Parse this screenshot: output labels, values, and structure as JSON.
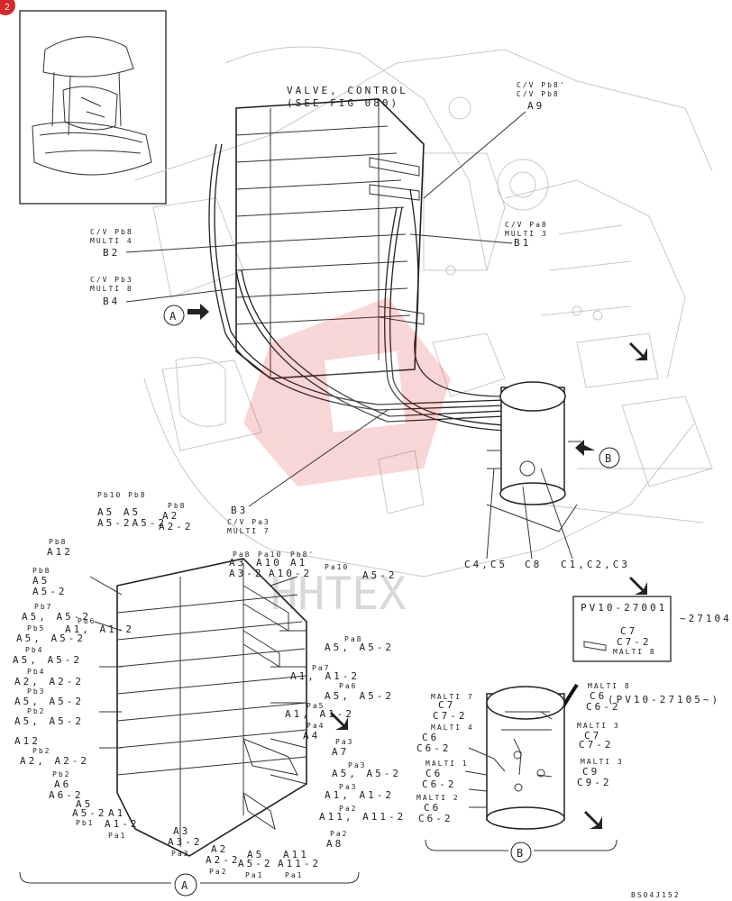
{
  "corner_badge": "2",
  "callouts": {
    "valve_control": "VALVE, CONTROL",
    "see_fig": "(SEE FIG 080)",
    "cv_pb8_a": "C/V Pb8'",
    "cv_pb8_b": "C/V Pb8",
    "a9": "A9",
    "cv_pb8_multi4": "C/V Pb8",
    "multi4": "MULTI 4",
    "b2": "B2",
    "cv_pb3": "C/V Pb3",
    "multi8": "MULTI 8",
    "b4": "B4",
    "cv_pa8": "C/V Pa8",
    "multi3": "MULTI 3",
    "b1": "B1",
    "b3": "B3",
    "cv_pa3": "C/V Pa3",
    "multi7": "MULTI 7",
    "c4c5": "C4,C5",
    "c8": "C8",
    "c1c2c3": "C1,C2,C3",
    "arrow_a": "A",
    "arrow_b": "B"
  },
  "detail_a": {
    "circle": "A",
    "left_labels": [
      "Pb10 Pb8",
      "A5 A5",
      "A5-2A5-2",
      "Pb8",
      "A2",
      "A2-2",
      "Pb8",
      "A12",
      "Pb8",
      "A5",
      "A5-2",
      "Pb7",
      "A5, A5-2",
      "Pb6",
      "A1, A1-2",
      "Pb5",
      "A5, A5-2",
      "Pb4",
      "A5, A5-2",
      "Pb4",
      "A2, A2-2",
      "Pb3",
      "A5, A5-2",
      "Pb2",
      "A5, A5-2",
      "A12",
      "Pb2",
      "A2, A2-2",
      "Pb2",
      "A6",
      "A6-2",
      "A5",
      "A5-2",
      "A1",
      "Pb1",
      "A1-2",
      "Pa1"
    ],
    "top_labels": [
      "Pa8",
      "Pa10",
      "Pb8'",
      "A3",
      "A10",
      "A1",
      "A3-2",
      "A10-2",
      "Pa10",
      "A5-2"
    ],
    "right_labels": [
      "Pa8",
      "A5, A5-2",
      "Pa7",
      "A1, A1-2",
      "Pa6",
      "A5, A5-2",
      "Pa5",
      "A1, A1-2",
      "Pa4",
      "A4",
      "Pa3",
      "A7",
      "Pa3",
      "A5, A5-2",
      "Pa3",
      "A1, A1-2",
      "Pa2",
      "A11, A11-2",
      "Pa2",
      "A8"
    ],
    "bottom_labels": [
      "A3",
      "A3-2",
      "Pa3",
      "A2",
      "A2-2",
      "Pa2",
      "A5",
      "A5-2",
      "Pa1",
      "A11",
      "A11-2",
      "Pa1"
    ]
  },
  "part_box": {
    "number": "PV10-27001",
    "range": "~27104",
    "c7": "C7",
    "c7_2": "C7-2",
    "multi": "MALTI 8"
  },
  "detail_b": {
    "circle": "B",
    "labels": [
      "MALTI 8",
      "C6",
      "(PV10-27105~)",
      "C6-2",
      "MALTI 7",
      "C7",
      "C7-2",
      "MALTI 4",
      "C6",
      "C6-2",
      "MALTI 3",
      "C7",
      "C7-2",
      "MALTI 1",
      "C6",
      "C6-2",
      "MALTI 3",
      "C9",
      "C9-2",
      "MALTI 2",
      "C6",
      "C6-2"
    ]
  },
  "watermark": "HHTEX",
  "drawing_code": "BS04J152"
}
